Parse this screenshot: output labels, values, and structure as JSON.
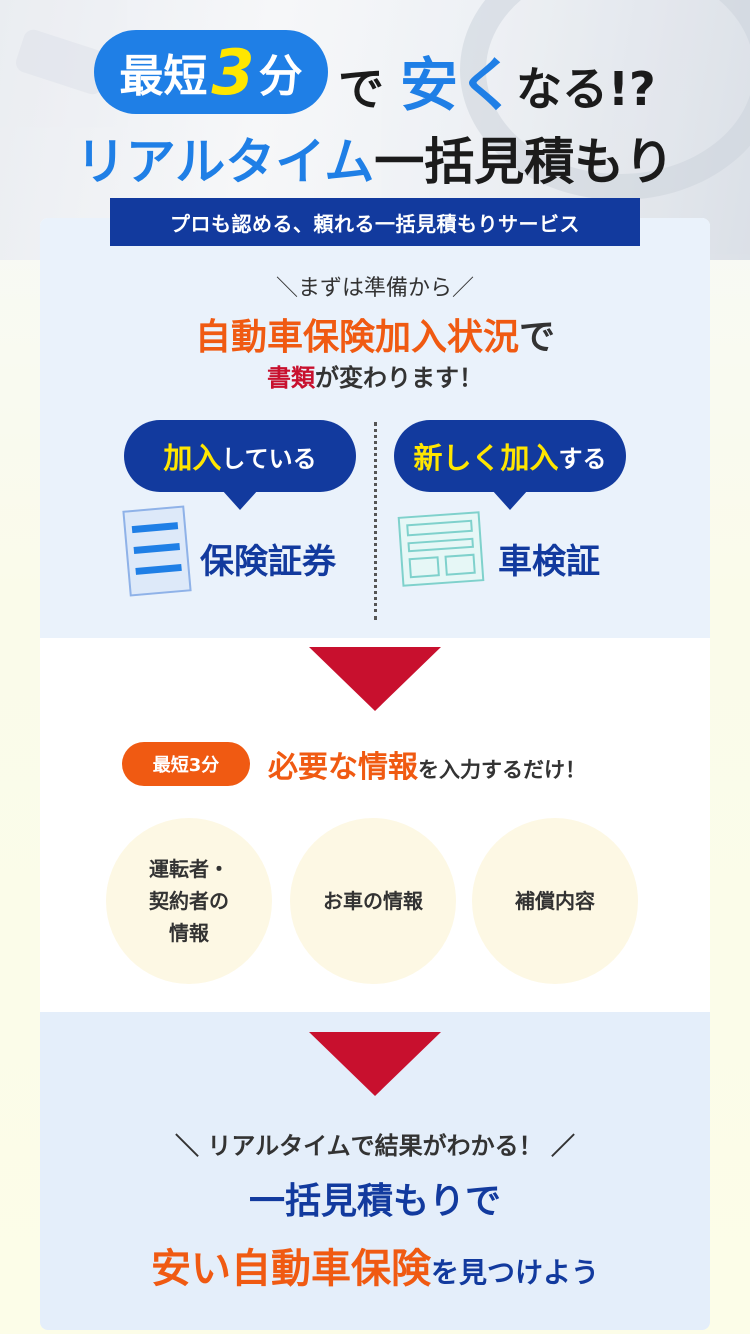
{
  "hero": {
    "pill_pre": "最短",
    "pill_num": "3",
    "pill_post": "分",
    "line1_a": "で",
    "line1_accent": "安く",
    "line1_b": "なる!?",
    "line2_blue": "リアルタイム",
    "line2_rest": "一括見積もり"
  },
  "banner": "プロも認める、頼れる一括見積もりサービス",
  "section1": {
    "lead": "＼まずは準備から／",
    "headline_orange": "自動車保険加入状況",
    "headline_rest": "で",
    "sub_red": "書類",
    "sub_rest": "が変わります！",
    "left_bubble_yellow": "加入",
    "left_bubble_rest": "している",
    "right_bubble_yellow": "新しく加入",
    "right_bubble_rest": "する",
    "left_doc": "保険証券",
    "right_doc": "車検証"
  },
  "section2": {
    "pill": "最短3分",
    "text_orange": "必要な情報",
    "text_rest": "を入力するだけ！",
    "circles": [
      "運転者・\n契約者の\n情報",
      "お車の情報",
      "補償内容"
    ]
  },
  "section3": {
    "realtime": "＼ リアルタイムで結果がわかる！ ／",
    "ikkatsu": "一括見積もりで",
    "final_orange": "安い自動車保険",
    "final_rest": "を見つけよう"
  },
  "colors": {
    "blue": "#1f7fe6",
    "navy": "#123a9e",
    "orange": "#f05a12",
    "red": "#c8102e",
    "yellow": "#ffe600"
  }
}
